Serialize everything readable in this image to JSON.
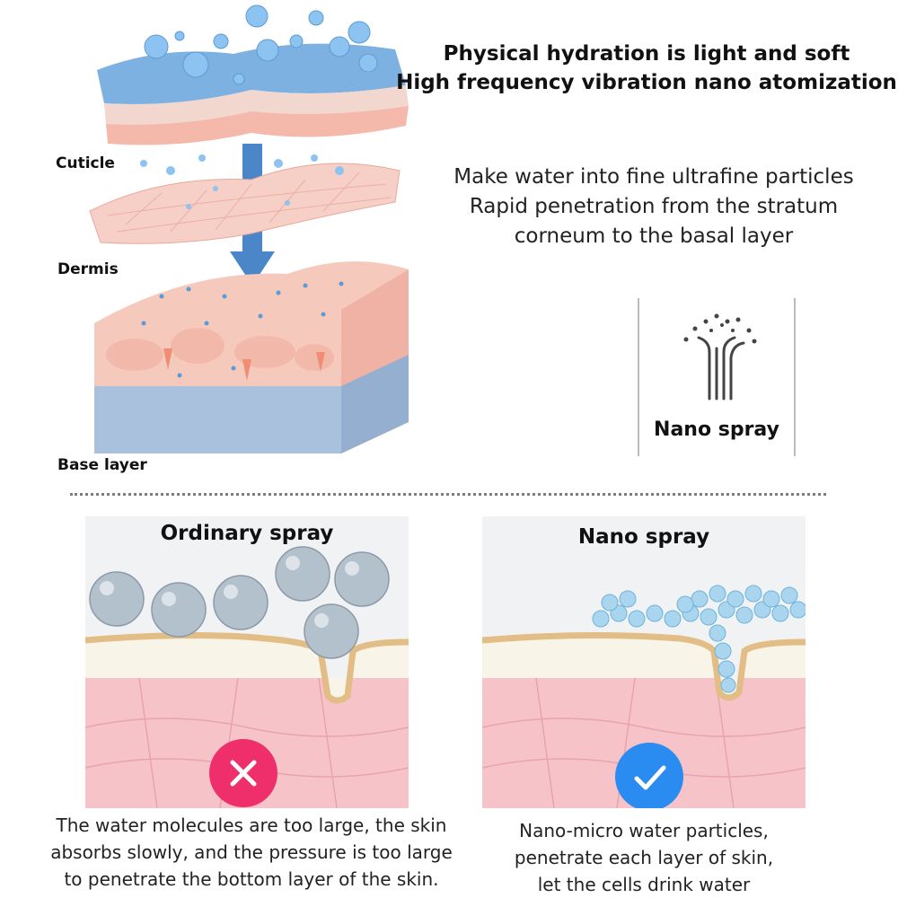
{
  "header": {
    "line1": "Physical hydration is light and soft",
    "line2": "High frequency vibration nano atomization"
  },
  "description": {
    "line1": "Make water into fine ultrafine particles",
    "line2": "Rapid penetration from the stratum",
    "line3": "corneum to the basal layer"
  },
  "layers": {
    "cuticle": "Cuticle",
    "dermis": "Dermis",
    "base": "Base layer"
  },
  "nano_box": {
    "label": "Nano spray",
    "icon": "nano-spray-icon"
  },
  "ordinary": {
    "title": "Ordinary spray",
    "status_icon": "cross-icon",
    "caption_line1": "The water molecules are too large, the skin",
    "caption_line2": "absorbs slowly, and the pressure is too large",
    "caption_line3": "to penetrate the bottom layer of the skin."
  },
  "nano": {
    "title": "Nano spray",
    "status_icon": "check-icon",
    "caption_line1": "Nano-micro water particles,",
    "caption_line2": "penetrate each layer of skin,",
    "caption_line3": "let the cells drink water"
  },
  "colors": {
    "cross": "#ee2f6b",
    "check": "#2a8cf0",
    "water": "#7fb6e6",
    "skin": "#f3c2b6",
    "membrane": "#e3bf86"
  }
}
